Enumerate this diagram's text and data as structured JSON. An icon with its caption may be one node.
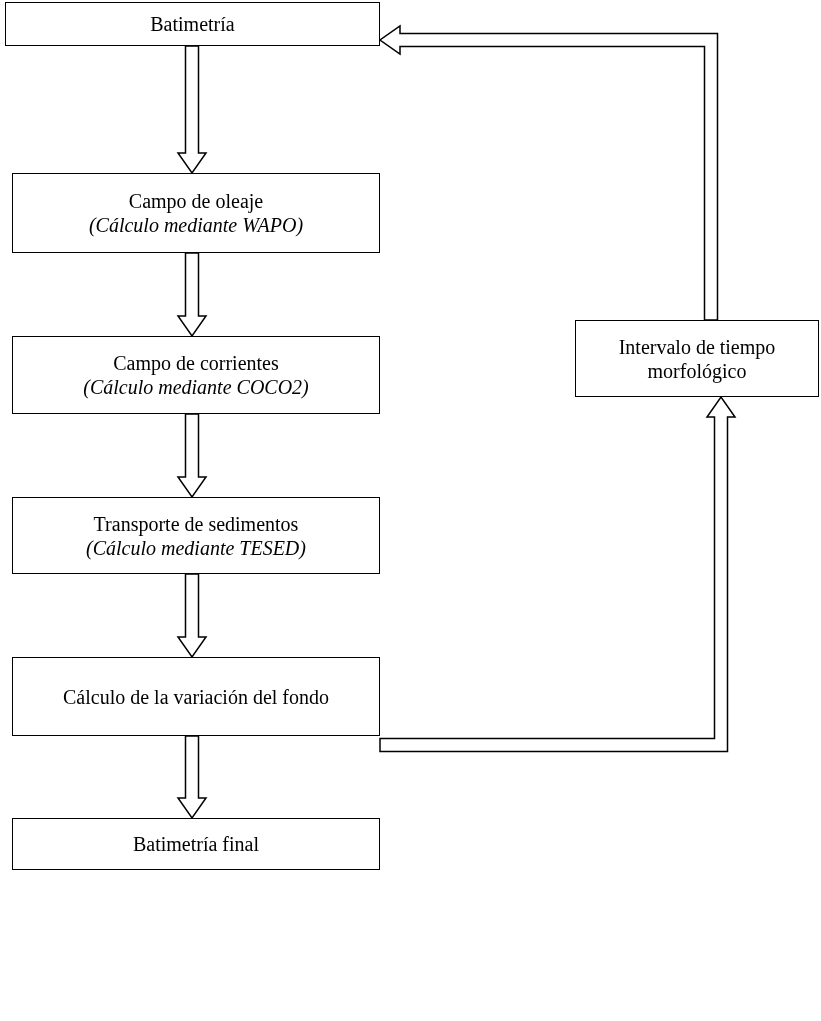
{
  "diagram": {
    "nodes": [
      {
        "text": [
          "Batimetría"
        ]
      },
      {
        "text": [
          "Campo de oleaje",
          "(Cálculo mediante WAPO)"
        ]
      },
      {
        "text": [
          "Campo de corrientes",
          "(Cálculo mediante COCO2)"
        ]
      },
      {
        "text": [
          "Transporte de sedimentos",
          "(Cálculo mediante TESED)"
        ]
      },
      {
        "text": [
          "Cálculo de la variación del fondo"
        ]
      },
      {
        "text": [
          "Batimetría final"
        ]
      },
      {
        "text": [
          "Intervalo de tiempo morfológico"
        ]
      }
    ],
    "edges": [
      {
        "from": 0,
        "to": 1,
        "arrow": "to"
      },
      {
        "from": 1,
        "to": 2,
        "arrow": "to"
      },
      {
        "from": 2,
        "to": 3,
        "arrow": "to"
      },
      {
        "from": 3,
        "to": 4,
        "arrow": "to"
      },
      {
        "from": 4,
        "to": 5,
        "arrow": "to"
      },
      {
        "from": 4,
        "to": 6,
        "arrow": "to"
      },
      {
        "from": 6,
        "to": 0,
        "arrow": "to"
      }
    ]
  }
}
